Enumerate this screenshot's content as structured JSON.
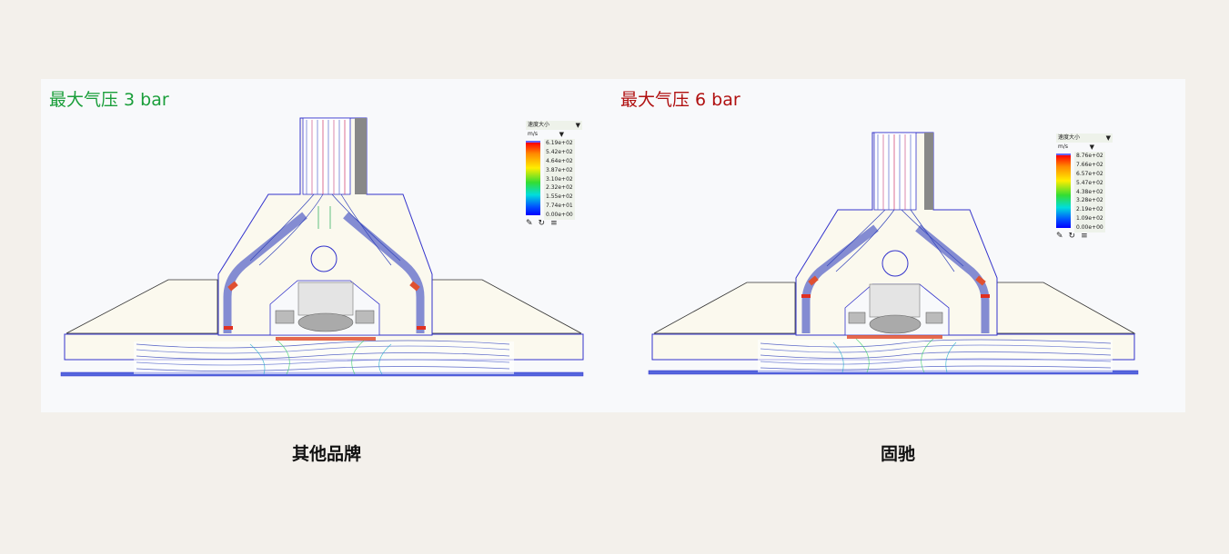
{
  "panels": [
    {
      "pressure_label": "最大气压 3 bar",
      "pressure_color": "#1a9e3a",
      "caption": "其他品牌",
      "legend": {
        "title": "速度大小",
        "unit": "m/s",
        "ticks": [
          "6.19e+02",
          "5.42e+02",
          "4.64e+02",
          "3.87e+02",
          "3.10e+02",
          "2.32e+02",
          "1.55e+02",
          "7.74e+01",
          "0.00e+00"
        ],
        "tool_icons": [
          "pin-icon",
          "refresh-icon",
          "menu-icon"
        ]
      }
    },
    {
      "pressure_label": "最大气压 6 bar",
      "pressure_color": "#b01010",
      "caption": "固驰",
      "legend": {
        "title": "速度大小",
        "unit": "m/s",
        "ticks": [
          "8.76e+02",
          "7.66e+02",
          "6.57e+02",
          "5.47e+02",
          "4.38e+02",
          "3.28e+02",
          "2.19e+02",
          "1.09e+02",
          "0.00e+00"
        ],
        "tool_icons": [
          "pin-icon",
          "refresh-icon",
          "menu-icon"
        ]
      }
    }
  ],
  "colors": {
    "outline": "#3333cc",
    "body_fill": "#fbf9ee",
    "panel_bg": "#f8f9fb"
  }
}
